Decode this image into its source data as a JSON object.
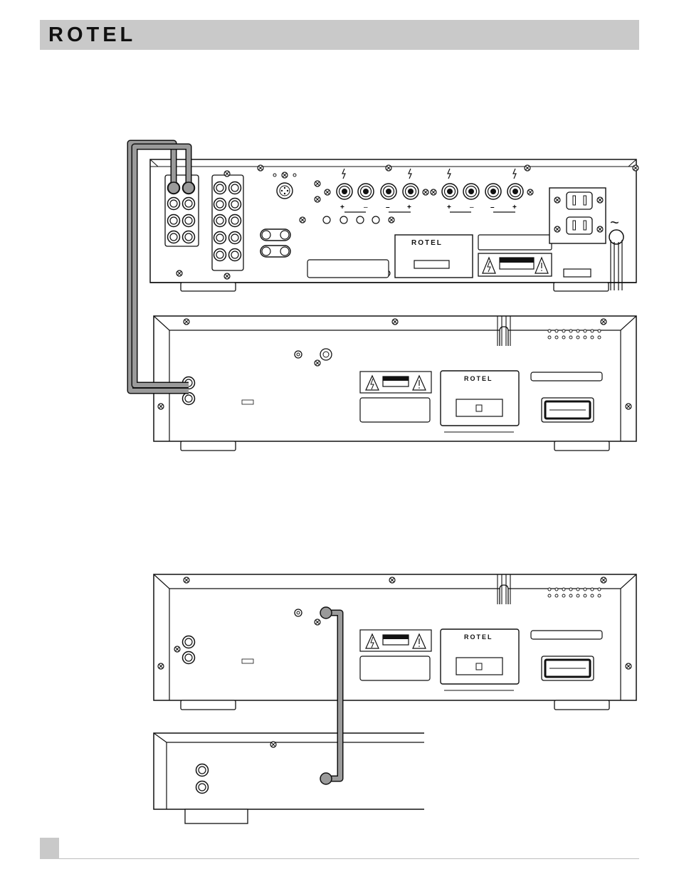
{
  "header": {
    "brand_logo": "ROTEL"
  },
  "diagram": {
    "amplifier_panel_logo": "ROTEL",
    "player_top_panel_logo": "ROTEL",
    "player_bottom_panel_logo": "ROTEL",
    "power_symbol": "~"
  },
  "colors": {
    "header_bar": "#c9c9c9",
    "cable": "#8a8a8a",
    "line": "#111111"
  }
}
